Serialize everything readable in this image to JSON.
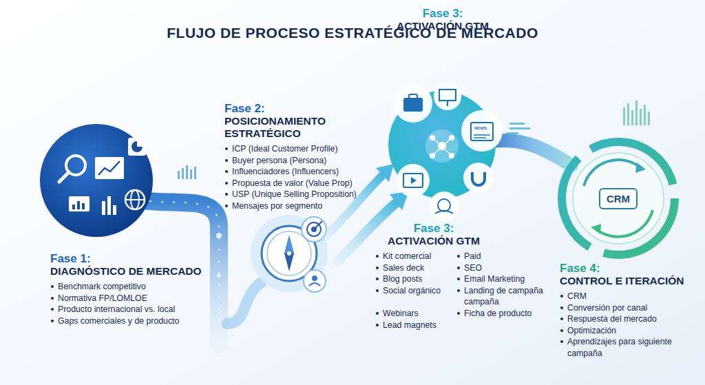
{
  "diagram": {
    "title": "FLUJO DE PROCESO ESTRATÉGICO DE MERCADO",
    "nodes": [
      {
        "text": [
          "Fase 1:",
          "DIAGNÓSTICO DE MERCADO",
          "Benchmark competitivo",
          "Normativa FP/LOMLOE",
          "Producto internacional vs. local",
          "Gaps comerciales y de producto"
        ]
      },
      {
        "text": [
          "Fase 2:",
          "POSICIONAMIENTO ESTRATÉGICO",
          "ICP (Ideal Customer Profile)",
          "Buyer persona (Persona)",
          "Influenciadores (Influencers)",
          "Propuesta de valor (Value Prop)",
          "USP (Unique Selling Proposition)",
          "Mensajes por segmento"
        ]
      },
      {
        "text": [
          "Fase 3:",
          "ACTIVACIÓN GTM"
        ]
      },
      {
        "text": [
          "Fase 3:",
          "ACTIVACIÓN GTM",
          "Kit comercial",
          "Sales deck",
          "Blog posts",
          "Social orgánico",
          "Webinars",
          "Lead magnets",
          "Paid",
          "SEO",
          "Email Marketing",
          "Landing de campaña campaña",
          "Ficha de producto"
        ]
      },
      {
        "text": [
          "CRM"
        ]
      },
      {
        "text": [
          "Fase 4:",
          "CONTROL E ITERACIÓN",
          "CRM",
          "Conversión por canal",
          "Respuesta del mercado",
          "Optimización",
          "Aprendizajes para siguiente campaña"
        ]
      }
    ],
    "labels": [
      "NEWS"
    ]
  }
}
